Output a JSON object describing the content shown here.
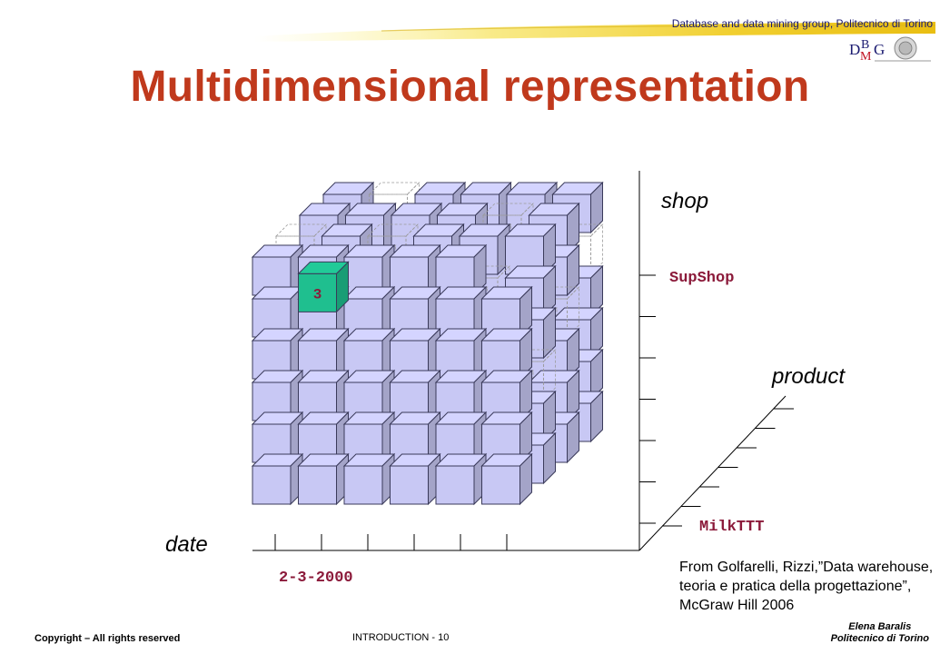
{
  "header": {
    "group_text": "Database and data mining group, Politecnico di Torino",
    "logo_text": "DBMG"
  },
  "title": "Multidimensional representation",
  "diagram": {
    "axis_labels": {
      "shop": "shop",
      "product": "product",
      "date": "date"
    },
    "value_labels": {
      "shop": "SupShop",
      "product": "MilkTTT",
      "date": "2-3-2000"
    },
    "highlighted_cell_value": "3",
    "cube_color": "#c8c8f4",
    "highlight_color": "#1fbf8f"
  },
  "citation": "From Golfarelli, Rizzi,”Data warehouse, teoria e pratica della progettazione”, McGraw Hill 2006",
  "footer": {
    "copyright": "Copyright – All rights reserved",
    "slide_label": "INTRODUCTION - 10",
    "author": "Elena Baralis",
    "affiliation": "Politecnico di Torino"
  }
}
